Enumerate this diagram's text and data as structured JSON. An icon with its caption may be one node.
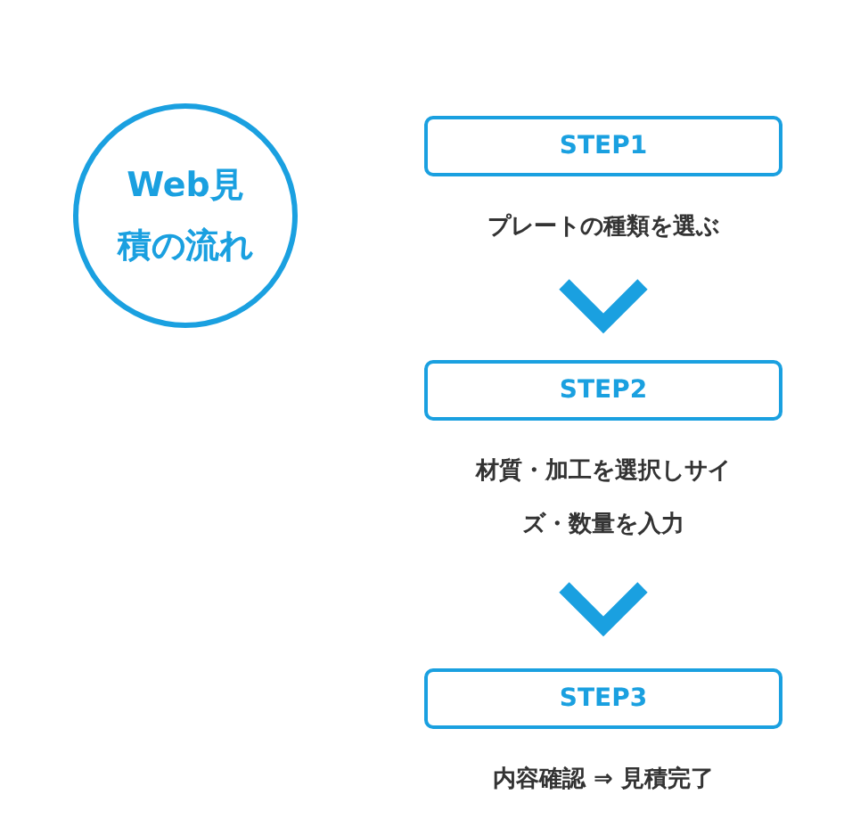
{
  "diagram": {
    "nodes": [
      {
        "text": [
          "Web見積の流れ"
        ]
      },
      {
        "text": [
          "STEP1"
        ],
        "beside": [
          "プレートの種類を選ぶ"
        ]
      },
      {
        "text": [
          "STEP2"
        ],
        "beside": [
          "材質・加工を選択しサイズ・数量を入力"
        ]
      },
      {
        "text": [
          "STEP3"
        ],
        "beside": [
          "内容確認 ⇒ 見積完了"
        ]
      }
    ],
    "edges": [
      {
        "from": 1,
        "to": 2,
        "arrow": "to"
      },
      {
        "from": 2,
        "to": 3,
        "arrow": "to"
      }
    ]
  }
}
